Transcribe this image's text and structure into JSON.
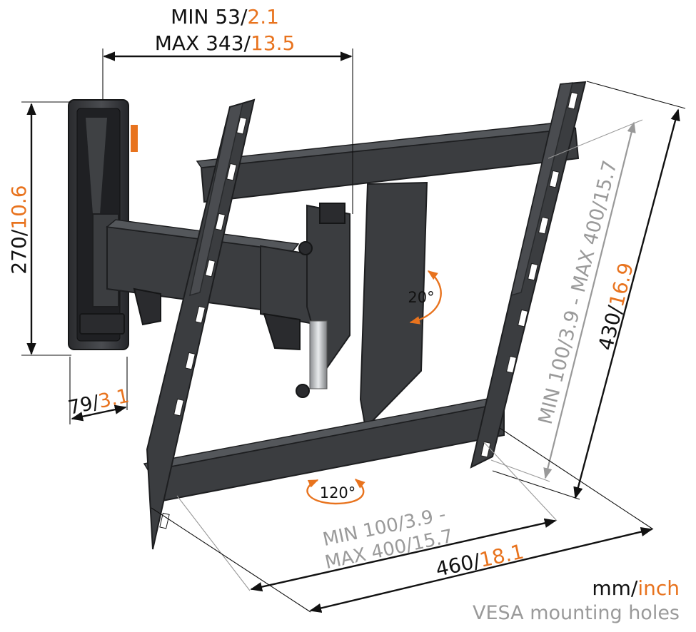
{
  "colors": {
    "primary_text": "#111111",
    "accent": "#e8731e",
    "vesa_gray": "#9a9a9a",
    "bracket": "#3b3d40"
  },
  "top_dimension": {
    "min_value": "MIN 53/",
    "min_inch": "2.1",
    "max_value": "MAX 343/",
    "max_inch": "13.5"
  },
  "wall_plate_height": {
    "value": "270/",
    "inch": "10.6"
  },
  "wall_plate_depth": {
    "value": "79/",
    "inch": "3.1"
  },
  "tilt": {
    "label": "20°"
  },
  "swivel": {
    "label": "120°"
  },
  "vesa_height": {
    "text": "MIN 100/3.9 - MAX 400/15.7"
  },
  "overall_height": {
    "value": "430/",
    "inch": "16.9"
  },
  "vesa_width": {
    "line1": "MIN 100/3.9 -",
    "line2": "MAX 400/15.7"
  },
  "overall_width": {
    "value": "460/",
    "inch": "18.1"
  },
  "legend": {
    "unit_mm": "mm/",
    "unit_inch": "inch",
    "vesa_caption": "VESA mounting holes"
  }
}
